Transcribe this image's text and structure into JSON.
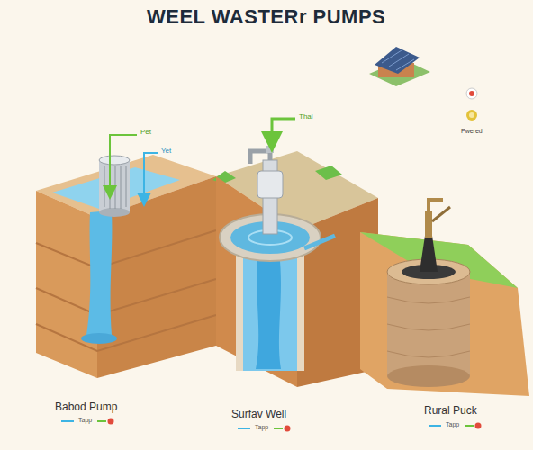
{
  "diagram": {
    "title": "WEEL WASTERr PUMPS",
    "labels": [
      "Pet",
      "Yet",
      "Thal",
      "Pwered",
      "Babod Pump",
      "Tapp",
      "Surfav Well",
      "Tapp",
      "Rural Puck",
      "Tapp"
    ]
  }
}
